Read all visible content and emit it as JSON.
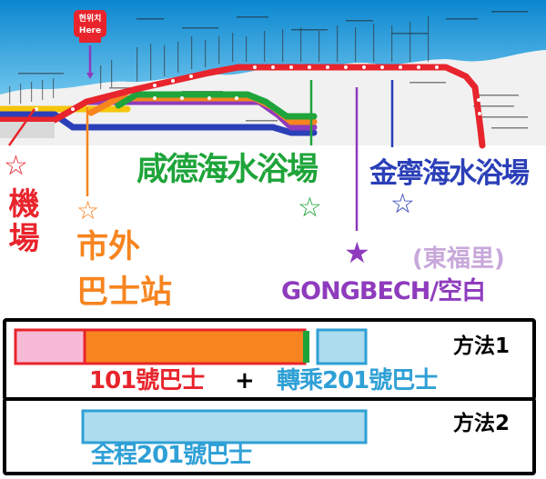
{
  "map_header": {
    "here_sign": [
      "현위치",
      "Here"
    ]
  },
  "destinations": {
    "hamdeok": "咸德海水浴場",
    "gimnyeong": "金寧海水浴場",
    "airport": "機場",
    "terminal": "市外巴士站",
    "dongbok": "(東福里)",
    "gongbech": "GONGBECH/空白"
  },
  "methods": {
    "method1_label": "方法1",
    "method1_route": "101號巴士",
    "plus": "+",
    "method1_transfer": "轉乘201號巴士",
    "method2_label": "方法2",
    "method2_route": "全程201號巴士"
  },
  "colors": {
    "red": "#e8242c",
    "orange": "#f7841f",
    "green": "#1ea43a",
    "purple": "#8e3bbd",
    "blue": "#2b3fb8",
    "lightblue": "#acdcee",
    "pink": "#f7bad6",
    "sea": "#0f8fd4"
  }
}
